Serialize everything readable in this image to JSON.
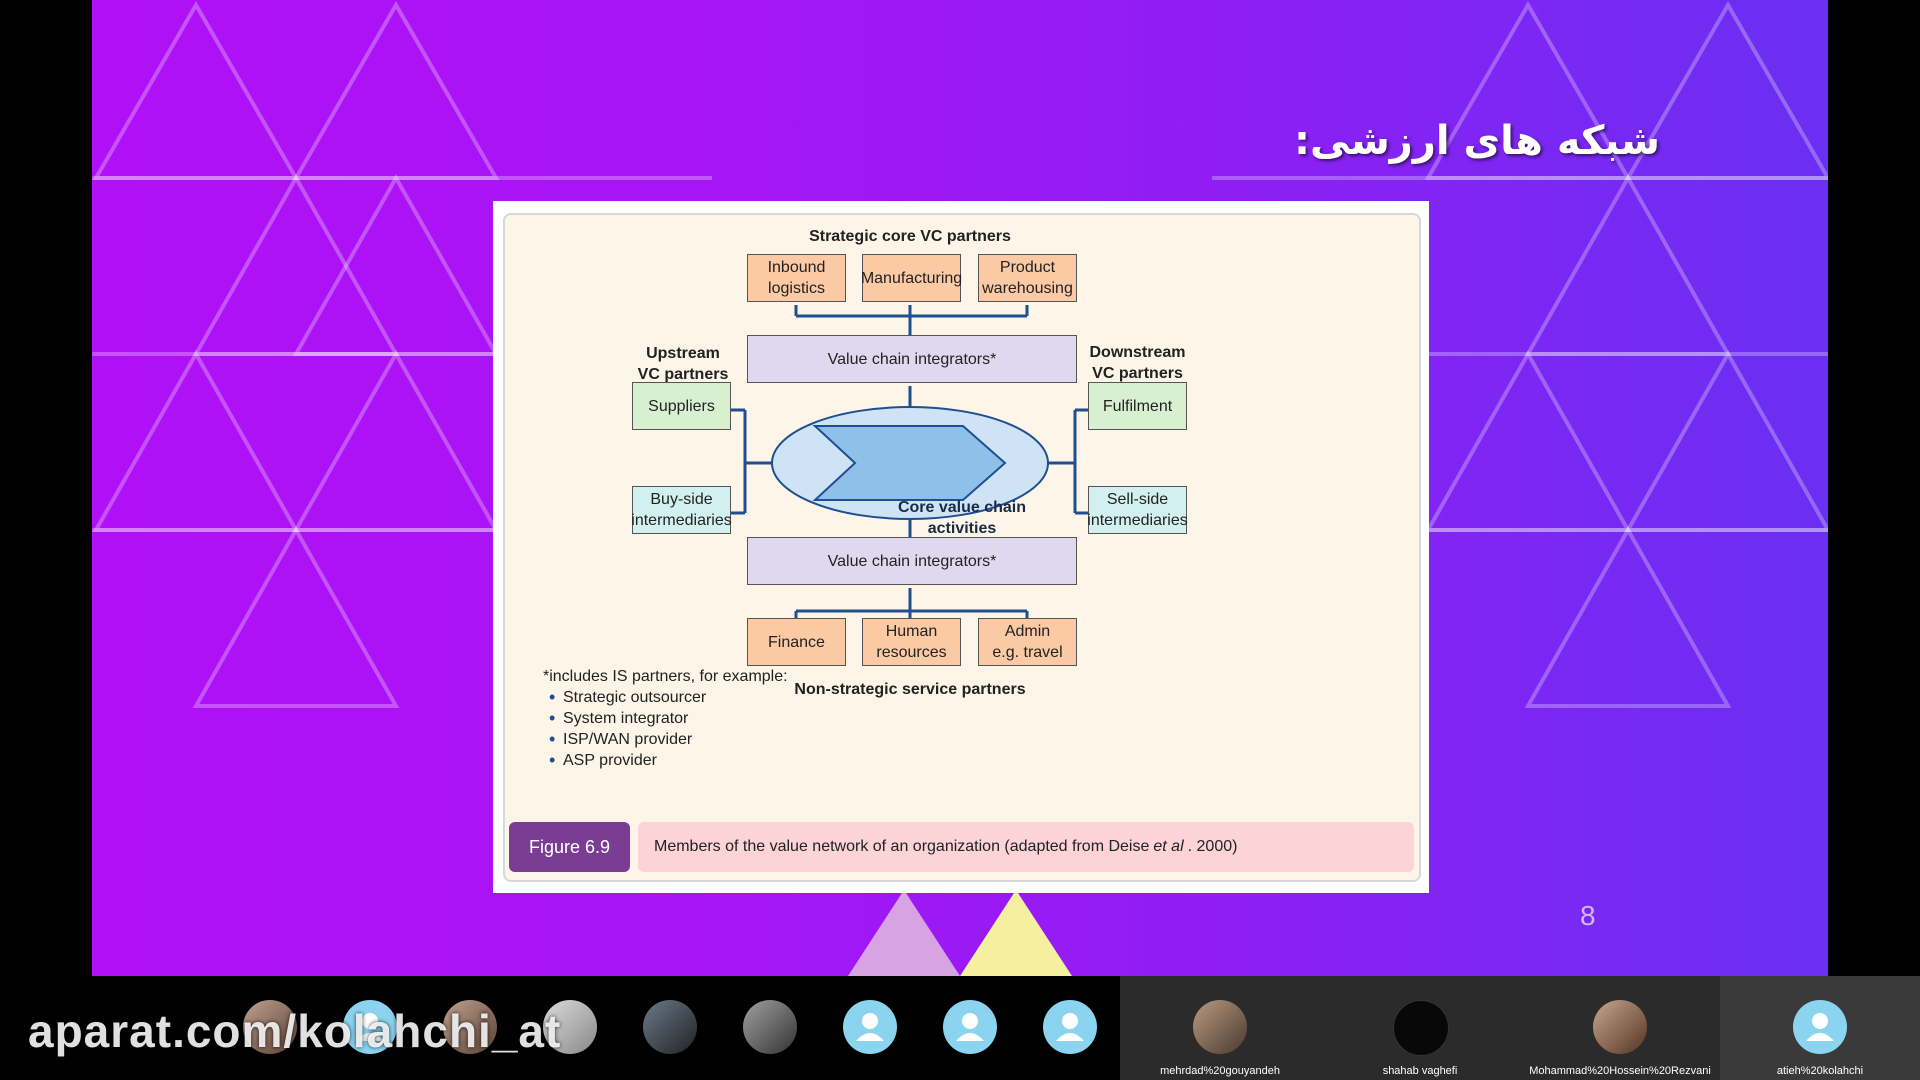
{
  "slide": {
    "title": "شبکه های ارزشی:",
    "page_number": "8"
  },
  "figure": {
    "heading_top": "Strategic core VC partners",
    "heading_bottom": "Non-strategic service partners",
    "upstream_label": [
      "Upstream",
      "VC partners"
    ],
    "downstream_label": [
      "Downstream",
      "VC partners"
    ],
    "top_boxes": [
      [
        "Inbound",
        "logistics"
      ],
      [
        "Manufacturing"
      ],
      [
        "Product",
        "warehousing"
      ]
    ],
    "integrator_top": "Value chain integrators*",
    "integrator_bottom": "Value chain integrators*",
    "core": [
      "Core value chain",
      "activities"
    ],
    "left_boxes": [
      [
        "Suppliers"
      ],
      [
        "Buy-side",
        "intermediaries"
      ]
    ],
    "right_boxes": [
      [
        "Fulfilment"
      ],
      [
        "Sell-side",
        "intermediaries"
      ]
    ],
    "bottom_boxes": [
      [
        "Finance"
      ],
      [
        "Human",
        "resources"
      ],
      [
        "Admin",
        "e.g. travel"
      ]
    ],
    "note_title": "*includes IS partners, for example:",
    "note_items": [
      "Strategic outsourcer",
      "System integrator",
      "ISP/WAN provider",
      "ASP provider"
    ],
    "caption_tag": "Figure 6.9",
    "caption_before": "Members of the value network of an organization (adapted from Deise ",
    "caption_italic": "et al",
    "caption_after": ". 2000)"
  },
  "colors": {
    "connector": "#1f4e91",
    "core_ellipse": "#cfe3f7",
    "core_arrow": "#8fc0ea"
  },
  "watermark": "aparat.com/kolahchi_at",
  "participants": {
    "named": [
      {
        "name": "mehrdad%20gouyandeh"
      },
      {
        "name": "shahab vaghefi"
      },
      {
        "name": "Mohammad%20Hossein%20Rezvani"
      },
      {
        "name": "atieh%20kolahchi"
      }
    ]
  }
}
